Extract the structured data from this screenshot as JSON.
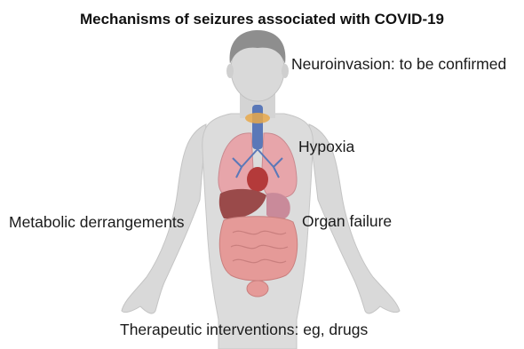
{
  "title": "Mechanisms of seizures associated with COVID-19",
  "labels": {
    "neuroinvasion": "Neuroinvasion: to be confirmed",
    "hypoxia": "Hypoxia",
    "metabolic": "Metabolic derrangements",
    "organ_failure": "Organ failure",
    "therapeutic": "Therapeutic interventions: eg, drugs"
  },
  "colors": {
    "skin": "#dadada",
    "hair": "#8e8e8e",
    "lungs": "#e7a5aa",
    "trachea": "#5a78b8",
    "liver": "#9a4a4a",
    "intestines": "#e59a98",
    "heart": "#b43a3a",
    "thyroid": "#e8a84a"
  }
}
